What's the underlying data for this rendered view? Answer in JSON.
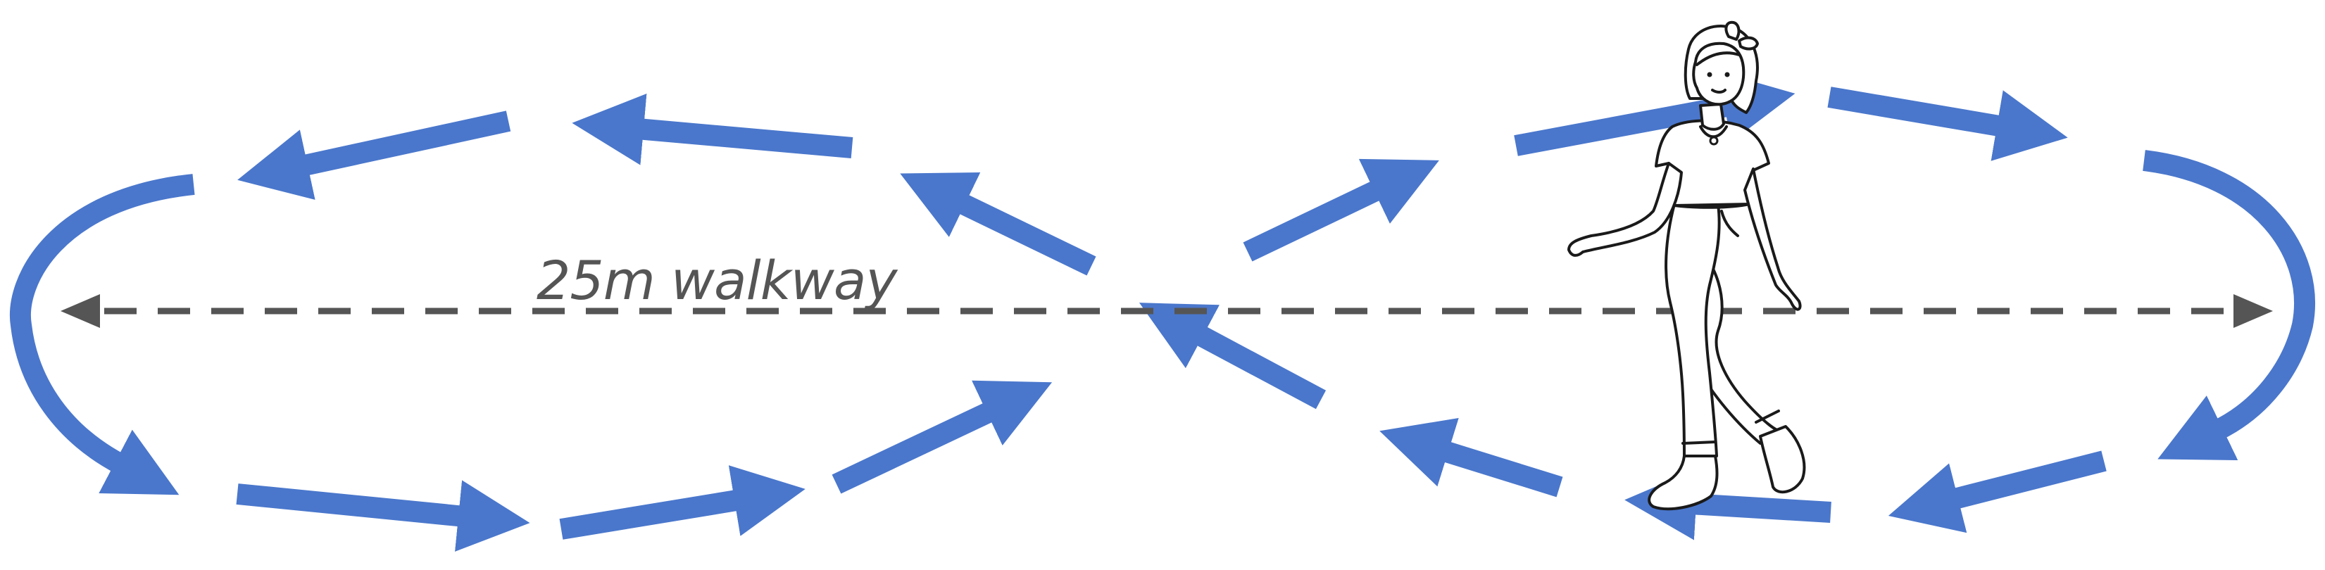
{
  "diagram": {
    "walkway_label": "25m walkway",
    "colors": {
      "arrow": "#4a77cc",
      "dashed_line": "#555555",
      "label": "#555555"
    },
    "icons": [
      "figure-eight-path",
      "walking-woman-illustration",
      "double-headed-dashed-arrow"
    ]
  }
}
